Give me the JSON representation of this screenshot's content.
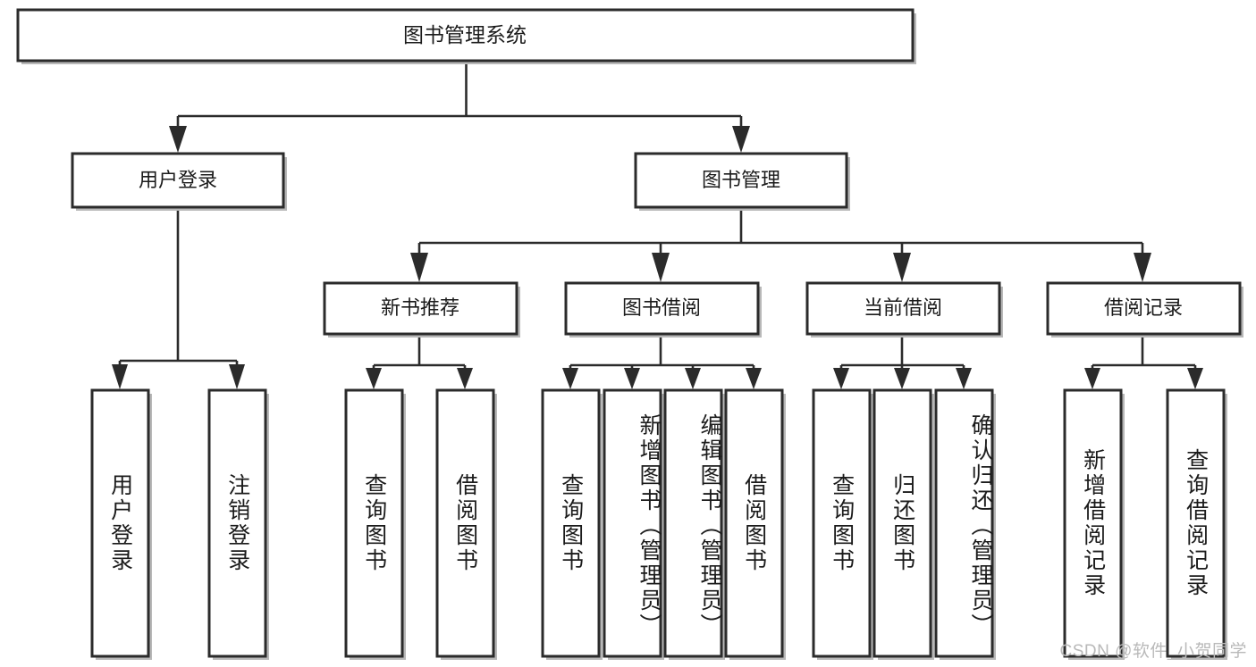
{
  "diagram": {
    "type": "tree",
    "title": "图书管理系统",
    "root": {
      "id": "root",
      "label": "图书管理系统"
    },
    "level2": [
      {
        "id": "user-login",
        "label": "用户登录"
      },
      {
        "id": "book-manage",
        "label": "图书管理"
      }
    ],
    "level3": [
      {
        "id": "new-book-rec",
        "label": "新书推荐",
        "parent": "book-manage"
      },
      {
        "id": "book-borrow",
        "label": "图书借阅",
        "parent": "book-manage"
      },
      {
        "id": "current-borrow",
        "label": "当前借阅",
        "parent": "book-manage"
      },
      {
        "id": "borrow-record",
        "label": "借阅记录",
        "parent": "book-manage"
      }
    ],
    "leaves": [
      {
        "id": "leaf-user-login",
        "label": "用户登录",
        "parent": "user-login"
      },
      {
        "id": "leaf-user-logout",
        "label": "注销登录",
        "parent": "user-login"
      },
      {
        "id": "leaf-query-book-1",
        "label": "查询图书",
        "parent": "new-book-rec"
      },
      {
        "id": "leaf-borrow-book-1",
        "label": "借阅图书",
        "parent": "new-book-rec"
      },
      {
        "id": "leaf-query-book-2",
        "label": "查询图书",
        "parent": "book-borrow"
      },
      {
        "id": "leaf-add-book",
        "label": "新增图书（管理员）",
        "parent": "book-borrow"
      },
      {
        "id": "leaf-edit-book",
        "label": "编辑图书（管理员）",
        "parent": "book-borrow"
      },
      {
        "id": "leaf-borrow-book-2",
        "label": "借阅图书",
        "parent": "book-borrow"
      },
      {
        "id": "leaf-query-book-3",
        "label": "查询图书",
        "parent": "current-borrow"
      },
      {
        "id": "leaf-return-book",
        "label": "归还图书",
        "parent": "current-borrow"
      },
      {
        "id": "leaf-confirm-return",
        "label": "确认归还（管理员）",
        "parent": "current-borrow"
      },
      {
        "id": "leaf-add-record",
        "label": "新增借阅记录",
        "parent": "borrow-record"
      },
      {
        "id": "leaf-query-record",
        "label": "查询借阅记录",
        "parent": "borrow-record"
      }
    ]
  },
  "watermark": {
    "text": "CSDN @软件_小贺同学"
  },
  "colors": {
    "background": "#ffffff",
    "box_stroke": "#2b2b2b",
    "box_fill": "#ffffff",
    "connector": "#2b2b2b",
    "text": "#1b1b1b",
    "watermark": "#b9b9b9",
    "shadow": "#b8b8b8"
  }
}
